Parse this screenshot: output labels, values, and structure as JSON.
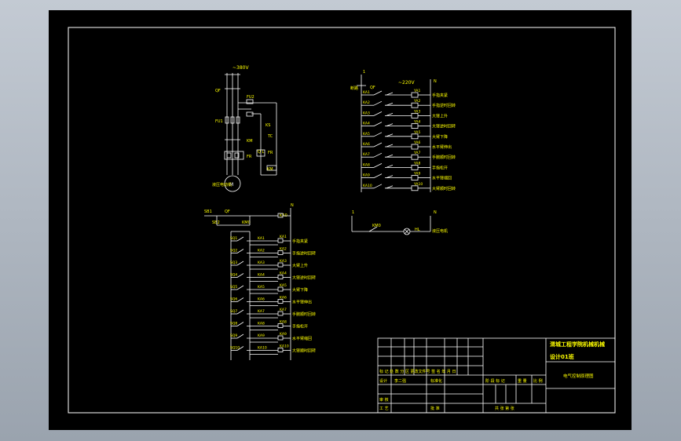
{
  "title_block": {
    "school": "渭城工程学院机械机械",
    "design_class": "设计01班",
    "drawing_name": "电气控制原理图",
    "revision_header": "标 记 处 数   分 区   更改文件号 签 名  年 月 日",
    "row_design": "设计",
    "row_design_name": "李二强",
    "row_standard": "标准化",
    "stage_mark": "阶 段 标 记",
    "weight": "重 量",
    "scale": "比 例",
    "row_review": "审 核",
    "row_process": "工 艺",
    "row_approve": "批 准",
    "sheets": "共 张   第 张"
  },
  "motor_circuit": {
    "supply": "~380V",
    "qf": "QF",
    "fu": "FU1",
    "fu2": "FU2",
    "km": "KM",
    "fr": "FR",
    "fr2": "FR",
    "ks": "KS",
    "ql": "Q L",
    "tc": "TC",
    "km2": "KM",
    "motor_label": "液压电动机"
  },
  "output_circuit": {
    "left_node": "1",
    "power_label": "~220V",
    "breaker": "断路",
    "qf": "QF",
    "right_node": "N",
    "rows": [
      {
        "contact": "KA1",
        "coil": "YA1",
        "label": "手指夹紧"
      },
      {
        "contact": "KA2",
        "coil": "YA2",
        "label": "手指逆时回转"
      },
      {
        "contact": "KA3",
        "coil": "YA3",
        "label": "大臂上升"
      },
      {
        "contact": "KA4",
        "coil": "YA4",
        "label": "大臂逆时回转"
      },
      {
        "contact": "KA5",
        "coil": "YA5",
        "label": "大臂下降"
      },
      {
        "contact": "KA6",
        "coil": "YA6",
        "label": "水平臂伸出"
      },
      {
        "contact": "KA7",
        "coil": "YA7",
        "label": "手腕顺时回转"
      },
      {
        "contact": "KA8",
        "coil": "YA8",
        "label": "手指松开"
      },
      {
        "contact": "KA9",
        "coil": "YA9",
        "label": "水平臂缩回"
      },
      {
        "contact": "KA10",
        "coil": "YA10",
        "label": "大臂顺时回转"
      }
    ],
    "lamp_left": "1",
    "lamp_contact": "KM0",
    "lamp_node": "HL",
    "lamp_label": "液压电机",
    "lamp_right": "N"
  },
  "relay_circuit": {
    "top_labels": [
      "SB1",
      "QF"
    ],
    "sb2": "SB2",
    "km0": "KM0",
    "right_node": "N",
    "top_coil": "KA0",
    "rows": [
      {
        "sensor": "SQ1",
        "contact": "KA1",
        "coil": "KA1",
        "label": "手指夹紧"
      },
      {
        "sensor": "SQ2",
        "contact": "KA2",
        "coil": "KA2",
        "label": "手指逆时回转"
      },
      {
        "sensor": "SQ3",
        "contact": "KA3",
        "coil": "KA3",
        "label": "大臂上升"
      },
      {
        "sensor": "SQ4",
        "contact": "KA4",
        "coil": "KA4",
        "label": "大臂逆时回转"
      },
      {
        "sensor": "SQ5",
        "contact": "KA5",
        "coil": "KA5",
        "label": "大臂下降"
      },
      {
        "sensor": "SQ6",
        "contact": "KA6",
        "coil": "KA6",
        "label": "水平臂伸出"
      },
      {
        "sensor": "SQ7",
        "contact": "KA7",
        "coil": "KA7",
        "label": "手腕顺时回转"
      },
      {
        "sensor": "SQ8",
        "contact": "KA8",
        "coil": "KA8",
        "label": "手指松开"
      },
      {
        "sensor": "SQ9",
        "contact": "KA9",
        "coil": "KA9",
        "label": "水平臂缩回"
      },
      {
        "sensor": "SQ10",
        "contact": "KA10",
        "coil": "KA10",
        "label": "大臂顺时回转"
      }
    ]
  },
  "colors": {
    "line": "#ffffff",
    "text": "#ffff00",
    "background": "#000000",
    "frame": "#ffffff"
  }
}
